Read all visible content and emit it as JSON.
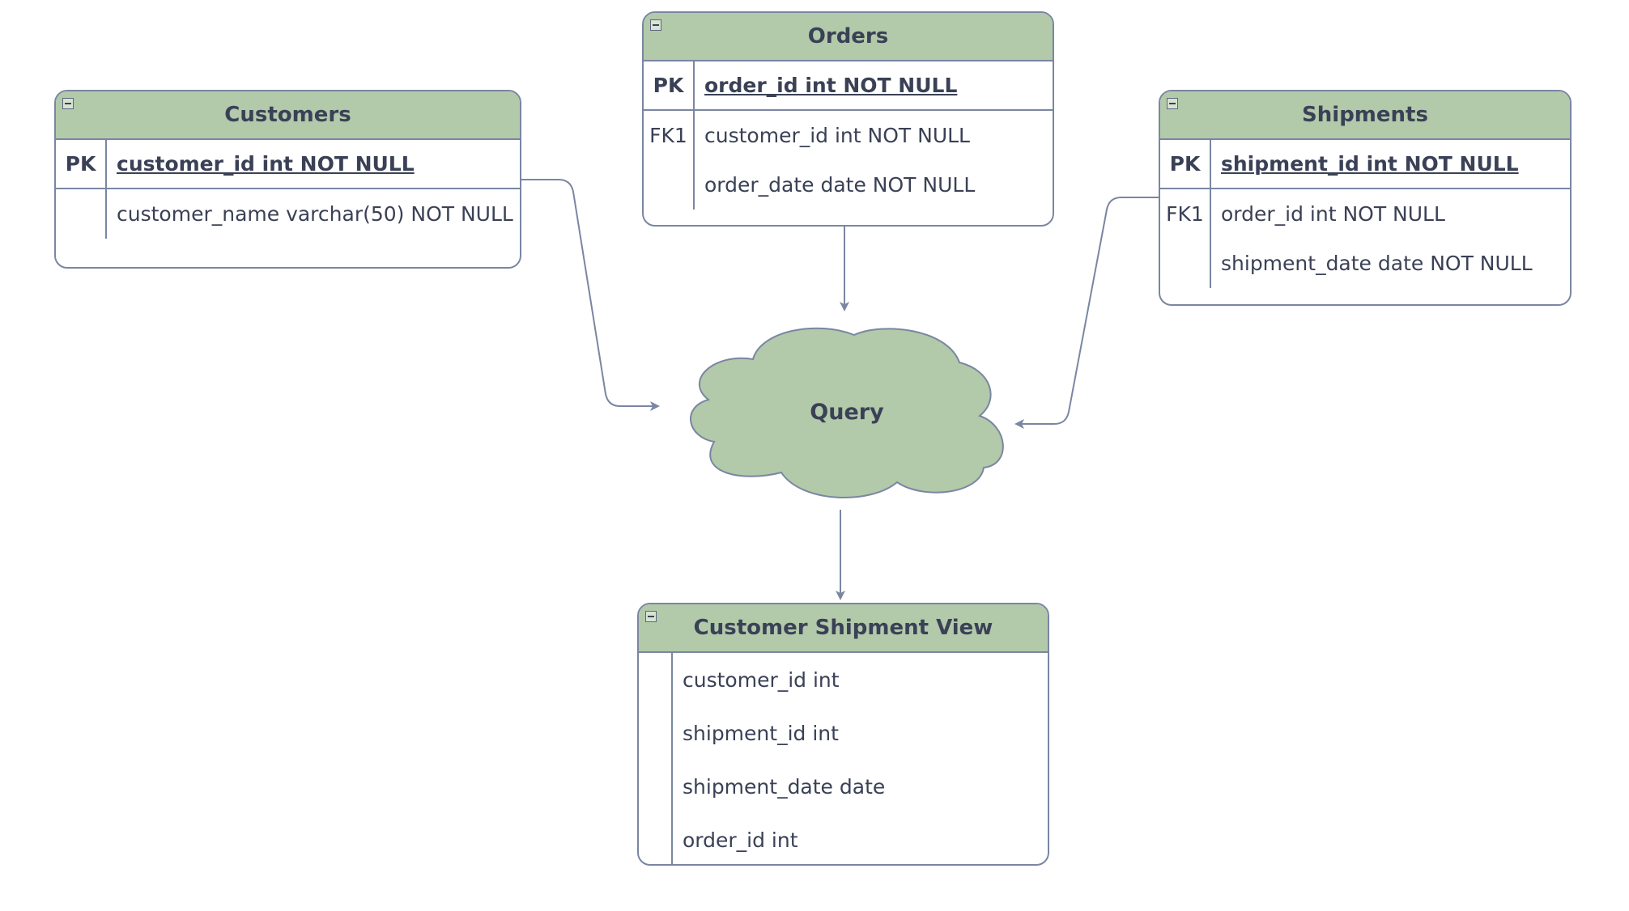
{
  "entities": {
    "customers": {
      "title": "Customers",
      "pk": {
        "key": "PK",
        "field": "customer_id int NOT NULL"
      },
      "rows": [
        {
          "key": "",
          "field": "customer_name varchar(50) NOT NULL"
        }
      ]
    },
    "orders": {
      "title": "Orders",
      "pk": {
        "key": "PK",
        "field": "order_id int NOT NULL"
      },
      "rows": [
        {
          "key": "FK1",
          "field": "customer_id int NOT NULL"
        },
        {
          "key": "",
          "field": "order_date date NOT NULL"
        }
      ]
    },
    "shipments": {
      "title": "Shipments",
      "pk": {
        "key": "PK",
        "field": "shipment_id int NOT NULL"
      },
      "rows": [
        {
          "key": "FK1",
          "field": "order_id int NOT NULL"
        },
        {
          "key": "",
          "field": "shipment_date date NOT NULL"
        }
      ]
    },
    "view": {
      "title": "Customer Shipment View",
      "rows": [
        {
          "field": "customer_id int"
        },
        {
          "field": "shipment_id int"
        },
        {
          "field": "shipment_date date"
        },
        {
          "field": "order_id int"
        }
      ]
    }
  },
  "query": {
    "label": "Query"
  },
  "colors": {
    "header_fill": "#b2c9aa",
    "stroke": "#7a86a2",
    "text": "#3a4156",
    "cloud_fill": "#b2c9aa"
  }
}
